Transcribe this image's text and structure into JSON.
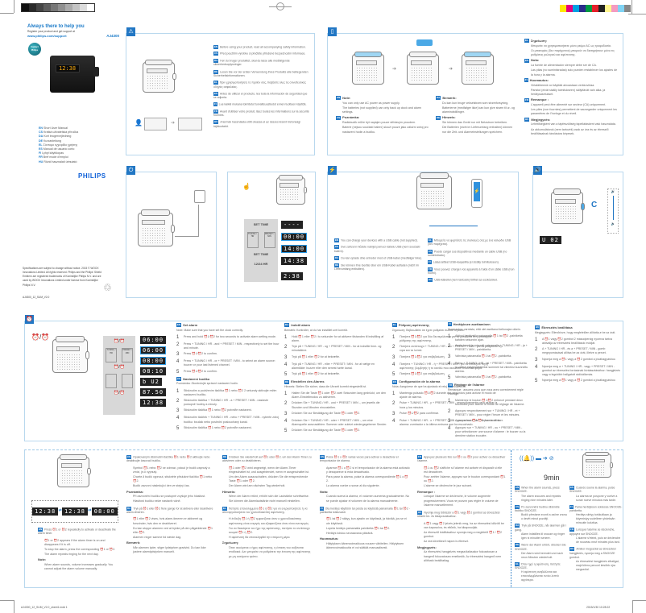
{
  "cover": {
    "headline": "Always there to help you",
    "register": "Register your product and get support at",
    "url": "www.philips.com/support",
    "model": "AJ4300",
    "badge": "Contact Philips",
    "clock_display": "12:38",
    "languages": [
      {
        "code": "EN",
        "title": "Short User Manual"
      },
      {
        "code": "CS",
        "title": "Krátká uživatelská příručka"
      },
      {
        "code": "DA",
        "title": "Kort brugervejledning"
      },
      {
        "code": "DE",
        "title": "Kurzanleitung"
      },
      {
        "code": "EL",
        "title": "Σύντομο εγχειρίδιο χρήσης"
      },
      {
        "code": "ES",
        "title": "Manual de usuario corto"
      },
      {
        "code": "FI",
        "title": "Lyhyt käyttöopas"
      },
      {
        "code": "FR",
        "title": "Bref mode d'emploi"
      },
      {
        "code": "HU",
        "title": "Rövid használati útmutató"
      }
    ],
    "brand": "PHILIPS",
    "legal": "Specifications are subject to change without notice. 2015 © WOOX Innovations Limited. All rights reserved. Philips and the Philips' Shield Emblem are registered trademarks of Koninklijke Philips N.V. and are used by WOOX Innovations Limited under license from Koninklijke Philips N.V.",
    "doc_code": "AJ4300_12_SUM_V2.0"
  },
  "safety": {
    "items": [
      {
        "code": "EN",
        "text": "Before using your product, read all accompanying safety information."
      },
      {
        "code": "CS",
        "text": "Před použitím výrobku si přečtěte přiložené bezpečnostní informace."
      },
      {
        "code": "DA",
        "text": "Før du bruger produktet, skal du læse alle medfølgende sikkerhedsoplysninger."
      },
      {
        "code": "DE",
        "text": "Lesen Sie vor der ersten Verwendung Ihres Produkts alle beiliegenden Sicherheitsinformationen."
      },
      {
        "code": "EL",
        "text": "Πριν χρησιμοποιήσετε το προϊόν σας, διαβάστε όλες τις συνοδευτικές οδηγίες ασφαλείας."
      },
      {
        "code": "ES",
        "text": "Antes de utilizar el producto, lea toda la información de seguridad que se adjunta."
      },
      {
        "code": "FI",
        "text": "Lue kaikki mukana toimitetut turvallisuustiedot ennen tuotteen käyttöä."
      },
      {
        "code": "FR",
        "text": "Avant d'utiliser votre produit, lisez toutes les informations sur la sécurité fournies."
      },
      {
        "code": "HU",
        "text": "A termék használata előtt olvassa el az összes kísérő biztonsági tájékoztatót."
      }
    ]
  },
  "power": {
    "left": [
      {
        "code": "EN",
        "head": "Note:",
        "bullets": [
          "You can only use AC power as power supply.",
          "The batteries (not supplied) can only back up clock and alarm settings."
        ]
      },
      {
        "code": "CS",
        "head": "Poznámka:",
        "bullets": [
          "Radiobudík může být napájen pouze střídavým proudem.",
          "Baterie (nejsou součástí balení) slouží pouze jako záložní zdroj pro nastavení hodin a budíku."
        ]
      }
    ],
    "mid": [
      {
        "code": "DA",
        "head": "Bemærk:",
        "bullets": [
          "Du kan kun bruge vekselstrøm som strømforsyning.",
          "Batterierne (medfølger ikke) kan kun give strøm til ur- og alarmindstillinger."
        ]
      },
      {
        "code": "DE",
        "head": "Hinweis:",
        "bullets": [
          "Sie können das Gerät nur mit Netzstrom betreiben.",
          "Die Batterien (nicht im Lieferumfang enthalten) können nur die Zeit- und Alarmeinstellungen speichern."
        ]
      }
    ],
    "right": [
      {
        "code": "EL",
        "head": "Σημείωση:",
        "bullets": [
          "Μπορείτε να χρησιμοποιήσετε μόνο ρεύμα AC ως τροφοδοσία.",
          "Οι μπαταρίες (δεν παρέχονται) μπορούν να διατηρήσουν μόνο τις ρυθμίσεις ρολογιού και αφύπνισης."
        ]
      },
      {
        "code": "ES",
        "head": "Nota:",
        "bullets": [
          "La fuente de alimentación siempre debe ser de CA.",
          "Las pilas (no suministradas) solo pueden restablecer los ajustes de la hora y la alarma."
        ]
      },
      {
        "code": "FI",
        "head": "Huomautus:",
        "bullets": [
          "Virtalähteenä voi käyttää ainoastaan verkkovirtaa.",
          "Paristot (eivät sisälly toimitukseen) säilyttävät vain aika- ja herätysasetukset."
        ]
      },
      {
        "code": "FR",
        "head": "Remarque :",
        "bullets": [
          "L'appareil peut être alimenté sur secteur (CA) uniquement.",
          "Les piles (non fournies) permettent de sauvegarder uniquement les paramètres de l'horloge et du réveil."
        ]
      },
      {
        "code": "HU",
        "head": "Megjegyzés:",
        "bullets": [
          "Lehetőségként van a tápfeszültség tápellátásként való használata.",
          "Az akkumulátorok (nem tartozék) csak az óra és az ébresztő beállításainak tárolására képesek."
        ]
      }
    ]
  },
  "settime": {
    "steps": [
      "SET TIME",
      "TUNING / HR",
      "PRESET / MIN",
      "SET TIME",
      "12/24 HR"
    ],
    "displays": [
      "----",
      "00:00",
      "14:00",
      "14:38",
      "2:38"
    ]
  },
  "usb": {
    "left": [
      {
        "code": "EN",
        "text": "You can charge your devices with a USB cable (not supplied)."
      },
      {
        "code": "CS",
        "text": "Své zařízení můžete nabíjet pomocí kabelu USB (není součástí balení)."
      },
      {
        "code": "DA",
        "text": "Du kan oplade dine enheder med et USB-kabel (medfølger ikke)."
      },
      {
        "code": "DE",
        "text": "Sie können Ihre Geräte über ein USB-Kabel aufladen (nicht im Lieferumfang enthalten)."
      }
    ],
    "right": [
      {
        "code": "EL",
        "text": "Μπορείτε να φορτίσετε τις συσκευές σας με ένα καλώδιο USB (δεν παρέχεται)."
      },
      {
        "code": "ES",
        "text": "Puede cargar sus dispositivos mediante un cable USB (no suministrado)."
      },
      {
        "code": "FI",
        "text": "Lataa laitteet USB-kaapelilla (ei sisälly toimitukseen)."
      },
      {
        "code": "FR",
        "text": "Vous pouvez charger vos appareils à l'aide d'un câble USB (non fourni)."
      },
      {
        "code": "HU",
        "text": "USB-kábellel (nem tartozék) tölthet az eszközöket."
      }
    ]
  },
  "volume": {
    "display": "U 02"
  },
  "alarm": {
    "steps": [
      "⏰/⏰",
      "TUNING / HR",
      "PRESET / MIN",
      "⏰/⏰",
      "⏰/⏰"
    ],
    "displays": [
      "06:00",
      "06:00",
      "08:00",
      "08:10",
      "b U2",
      "87.50",
      "12:38"
    ],
    "sections": [
      {
        "code": "EN",
        "title": "Set alarm",
        "note": "Note: Make sure that you have set the clock correctly.",
        "steps": [
          "Press and hold ⏰1/⏰2 for two seconds to activate alarm setting mode.",
          "Press + TUNING / HR - and + PRESET / MIN - respectively to set the hour and minute.",
          "Press ⏰1/⏰2 to confirm.",
          "Press + TUNING / HR - or + PRESET / MIN - to select an alarm source: buzzer or your last listened channel.",
          "Press ⏰1/⏰2 to confirm."
        ]
      },
      {
        "code": "CS",
        "title": "Nastavení budíku",
        "note": "Poznámka: Zkontrolujte správné nastavení hodin.",
        "steps": [
          "Stisknutím a podržením tlačítka ⏰1 nebo ⏰2 2 sekundy aktivujte režim nastavení budíku.",
          "Stisknutím tlačítka + TUNING / HR - a + PRESET / MIN - nastavte postupně hodiny a minuty.",
          "Stisknutím tlačítka ⏰1 nebo ⏰2 potvrďte nastavení.",
          "Stisknutím tlačítek + TUNING / HR - nebo + PRESET / MIN - vyberte zdroj budíku: bzučák nebo poslední poslouchaný kanál.",
          "Stisknutím tlačítka ⏰1 nebo ⏰2 potvrďte nastavení."
        ]
      },
      {
        "code": "DA",
        "title": "Indstil alarm",
        "note": "Bemærk: Kontroller, at du har indstillet uret korrekt.",
        "steps": [
          "Hold ⏰1 eller ⏰2 i to sekunder for at aktivere tilstanden til indstilling af alarm.",
          "Tryk på + TUNING / HR - og + PRESET / MIN - for at indstille time- og minutallene.",
          "Tryk på ⏰1 eller ⏰2 for at bekræfte.",
          "Tryk på + TUNING / HR - eller + PRESET / MIN - for at vælge en alarmkilde: buzzer eller den senest hørte kanal.",
          "Tryk på ⏰1 eller ⏰2 for at bekræfte."
        ]
      },
      {
        "code": "DE",
        "title": "Einstellen des Alarms",
        "note": "Hinweis: Stellen Sie sicher, dass die Uhrzeit korrekt eingestellt ist.",
        "steps": [
          "Halten Sie die Taste ⏰1 oder ⏰2 zwei Sekunden lang gedrückt, um den Alarm-Einstellmodus zu aktivieren.",
          "Drücken Sie + TUNING / HR - und + PRESET / MIN -, um jeweils die Stunden und Minuten einzustellen.",
          "Drücken Sie zur Bestätigung die Taste ⏰1 oder ⏰2.",
          "Drücken Sie + TUNING / HR - oder + PRESET / MIN -, um eine Alarmquelle auszuwählen: Summer oder zuletzt wiedergegebener Sender.",
          "Drücken Sie zur Bestätigung die Taste ⏰1 oder ⏰2."
        ]
      },
      {
        "code": "EL",
        "title": "Ρύθμιση αφύπνισης",
        "note": "Σημείωση: Βεβαιωθείτε ότι έχετε ρυθμίσει σωστά το ρολόι.",
        "steps": [
          "Πατήστε ⏰1/⏰2 για δύο δευτερόλεπτα για να μεταβείτε στη λειτουργία ρύθμισης της αφύπνισης.",
          "Πατήστε αντίστοιχα + TUNING / HR - και + PRESET / MIN - για να ρυθμίσετε την ώρα και τα λεπτά.",
          "Πατήστε ⏰1/⏰2 για επιβεβαίωση.",
          "Πατήστε + TUNING / HR - ή + PRESET / MIN - για να επιλέξετε πηγή αφύπνισης: βομβητής ή το κανάλι που ακούσατε τελευταία φορά.",
          "Πατήστε ⏰1/⏰2 για επιβεβαίωση."
        ]
      },
      {
        "code": "ES",
        "title": "Configuración de la alarma",
        "note": "Nota: Asegúrese de que ha ajustado el reloj correctamente.",
        "steps": [
          "Mantenga pulsado ⏰1/⏰2 durante dos segundos para activar el modo de ajuste de alarma.",
          "Pulse + TUNING / HR - y + PRESET / MIN - respectivamente para ajustar la hora y los minutos.",
          "Pulse ⏰1/⏰2 para confirmar.",
          "Pulse + TUNING / HR - o + PRESET / MIN - para seleccionar una fuente de la alarma: zumbador o la última emisora que ha escuchado.",
          "Pulse ⏰1/⏰2 para confirmar."
        ]
      },
      {
        "code": "FI",
        "title": "Herätyksen asettaminen",
        "note": "Huomautus: varmista, että olet asettanut kellonajan oikein.",
        "steps": [
          "Aktivoi herätystila painamalla ⏰1 tai ⏰2 -painiketta kahden sekunnin ajan.",
          "Aseta tunnit ja minuutit painamalla + TUNING / HR - ja + PRESET / MIN - painikkeita.",
          "Vahvista painamalla ⏰1 tai ⏰2 -painiketta.",
          "Paina + TUNING / HR - tai + PRESET / MIN - painiketta ja valitse hälytyslähteeksi summeri tai viimeksi kuunneltu asema.",
          "Vahvista painamalla ⏰1 tai ⏰2 -painiketta."
        ]
      },
      {
        "code": "FR",
        "title": "Réglage de l'alarme",
        "note": "Remarque : assurez-vous que vous avez correctement réglé l'horloge.",
        "steps": [
          "Maintenez le bouton ⏰1/⏰2 enfoncé pendant deux secondes pour activer le mode de réglage de l'alarme.",
          "Appuyez respectivement sur + TUNING / HR - et + PRESET / MIN - pour régler l'heure et les minutes.",
          "Appuyez sur ⏰1/⏰2 pour confirmer.",
          "Appuyez sur + TUNING / HR - ou + PRESET / MIN - pour sélectionner une source d'alarme : le buzzer ou la dernière station écoutée.",
          "Appuyez sur ⏰1/⏰2 pour confirmer."
        ]
      },
      {
        "code": "HU",
        "title": "Ébresztés beállítása",
        "note": "Megjegyzés: Ellenőrizze, hogy megfelelően állította-e be az órát.",
        "steps": [
          "A ⏰1 vagy ⏰2 gombot 2 másodpercig nyomva tartva aktiválja az ébresztési beállítások módját.",
          "A + TUNING / HR - és a + PRESET / MIN - gomb megnyomásával állítsa be az órát, illetve a percet.",
          "Nyomja meg a ⏰1 vagy a ⏰2 gombot a jóváhagyáshoz.",
          "Nyomja meg a + TUNING / HR - vagy + PRESET / MIN - gombot az ébresztés forrásának kiválasztásához: hangjelzés vagy a legutóbb hallgatott rádióállomás.",
          "Nyomja meg a ⏰1 vagy a ⏰2 gombot a jóváhagyáshoz."
        ]
      }
    ]
  },
  "activate": {
    "displays": [
      "12:38",
      "12:38",
      "08:00"
    ],
    "en": {
      "code": "EN",
      "text": "Press ⏰1 or ⏰2 repeatedly to activate or deactivate the alarm timer.",
      "bullets": [
        "⏰1 or ⏰2 appears if the alarm timer is on and disappears if it is off.",
        "To stop the alarm, press the corresponding ⏰1 or ⏰2.",
        "The alarm repeats ringing for the next day."
      ],
      "note_head": "Note:",
      "note": "When alarm sounds, volume increases gradually. You cannot adjust the alarm volume manually."
    },
    "cols": [
      {
        "code": "CS",
        "text": "Opakovaným stisknutím tlačítka ⏰1 nebo ⏰2 aktivujte nebo deaktivujte časovač budíku.",
        "bullets": [
          "Symbol ⏰1 nebo ⏰2 se zobrazí, pokud je budík zapnutý a zmizí, je-li vypnutý.",
          "Chcete-li budík vypnout, stiskněte příslušné tlačítko ⏰1 nebo ⏰2.",
          "Budík zazvoní následující den ve stejný čas."
        ],
        "note_head": "Poznámka:",
        "note": "Při zazvonění budíku se postupně zvyšuje jeho hlasitost. Hlasitost budíku nelze nastavit ručně."
      },
      {
        "code": "DA",
        "text": "Tryk på ⏰1 eller ⏰2 flere gange for at aktivere eller deaktivere alarm-timeren.",
        "bullets": [
          "⏰1 eller ⏰2 vises, hvis alarm-timeren er aktiveret og forsvinder, hvis den er deaktiveret.",
          "Du kan stoppe alarmen ved at trykke på den pågældende ⏰1 eller ⏰2.",
          "Alarmen ringer samme tid næste dag."
        ],
        "note_head": "Bemærk:",
        "note": "Når alarmen lyder, stiger lydstyrken gradvist. Du kan ikke justere alarmlydstyrken manuelt."
      },
      {
        "code": "DE",
        "text": "Drücken Sie wiederholt auf ⏰1 oder ⏰2, um den Alarm-Timer zu aktivieren oder zu deaktivieren.",
        "bullets": [
          "⏰1 oder ⏰2 wird angezeigt, wenn der Alarm-Timer eingeschaltet ist, und ausgeblendet, wenn er ausgeschaltet ist.",
          "Um den Alarm auszuschalten, drücken Sie die entsprechende Taste ⏰1 oder ⏰2.",
          "Der Alarm wird am nächsten Tag wiederholt."
        ],
        "note_head": "Hinweis:",
        "note": "Wenn der Alarm ertönt, erhöht sich die Lautstärke schrittweise. Sie können die Alarmlautstärke nicht manuell einstellen."
      },
      {
        "code": "EL",
        "text": "Πατήστε επανειλημμένα ⏰1 ή ⏰2 για να ενεργοποιήσετε ή να απενεργοποιήσετε τον χρονοδιακόπτη αφύπνισης.",
        "bullets": [
          "Η ένδειξη ⏰1 ή ⏰2 εμφανίζεται όταν ο χρονοδιακόπτης αφύπνισης είναι ενεργός και εξαφανίζεται όταν είναι ανενεργός.",
          "Για να διακόψετε τον ήχο της αφύπνισης, πατήστε το αντίστοιχο κουμπί ⏰1 ή ⏰2.",
          "Η αφύπνιση θα επαναληφθεί την επόμενη μέρα."
        ],
        "note_head": "Σημείωση:",
        "note": "Όταν ακούγεται ο ήχος αφύπνισης, η ένταση του αυξάνεται σταδιακά. Δεν μπορείτε να ρυθμίσετε την ένταση της αφύπνισης με μη αυτόματο τρόπο."
      },
      {
        "code": "ES",
        "text": "Pulse ⏰1 o ⏰2 varias veces para activar o desactivar el temporizador de alarma.",
        "bullets": [
          "Aparece ⏰1 o ⏰2 si el temporizador de la alarma está activado y desaparece si está desactivado.",
          "Para parar la alarma, pulse la alarma correspondiente ⏰1 o ⏰2.",
          "La alarma vuelve a sonar al día siguiente."
        ],
        "note_head": "Nota:",
        "note": "Cuando suena la alarma, el volumen aumenta gradualmente. No se puede ajustar el volumen de la alarma manualmente."
      },
      {
        "code": "FI",
        "text": "Ota herätys käyttöön tai poista se käytöstä painamalla ⏰1 tai ⏰2 -painiketta toistuvasti.",
        "bullets": [
          "⏰1 tai ⏰2 näkyy, kun ajastin on käytössä, ja häviää, jos se ei ole käytössä.",
          "Lopeta herätys painamalla painiketta ⏰1 tai ⏰2.",
          "Herätys toistuu seuraavana päivänä."
        ],
        "note_head": "Huomautus:",
        "note": "Hälytyksen äänenvoimakkuus nousee vähitellen. Hälytyksen äänenvoimakkuutta ei voi säätää manuaalisesti."
      },
      {
        "code": "FR",
        "text": "Appuyez plusieurs fois sur ⏰1 ou ⏰2 pour activer ou désactiver l'alarme.",
        "bullets": [
          "⏰1 ou ⏰2 s'affiche si l'alarme est activée et disparaît si elle est désactivée.",
          "Pour arrêter l'alarme, appuyez sur le bouton correspondant ⏰1 ou ⏰2.",
          "L'alarme se déclenche le jour suivant."
        ],
        "note_head": "Remarque :",
        "note": "Lorsque l'alarme se déclenche, le volume augmente progressivement. Vous ne pouvez pas régler le volume de l'alarme manuellement."
      },
      {
        "code": "HU",
        "text": "Nyomja meg többször a ⏰1 vagy ⏰2 gombot az ébresztési időzítő be- és kikapcsolásához.",
        "bullets": [
          "A ⏰1 vagy ⏰2 jelzés jelenik meg, ha az ébresztési időzítő be van kapcsolva, és eltűnik, ha kikapcsolják.",
          "Az ébresztő leállításához nyomja meg a megfelelő ⏰1 / ⏰2 gombot.",
          "Az óra következő napon is ébreszt."
        ],
        "note_head": "Megjegyzés:",
        "note": "Az ébresztési hangjelzés megszólalásakor fokozatosan a hangerő fokozatosan emelkedik. Az ébresztési hangerő nem állítható beállítatlag."
      }
    ]
  },
  "snooze": {
    "label": "9min",
    "items": [
      {
        "code": "EN",
        "text": "When the alarm sounds, press SNOOZE.",
        "result": "The alarm snoozes and repeats ringing nine minutes later."
      },
      {
        "code": "CS",
        "text": "Po zazvonění budíku stiskněte tlačítko SNOOZE.",
        "result": "Budík přestane zvonit a začne znovu o devět minut později."
      },
      {
        "code": "DA",
        "text": "Tryk på SNOOZE, når alarmen går i gang.",
        "result": "Alarm indstilles til snooze og ringer igen ni minutter senere."
      },
      {
        "code": "DE",
        "text": "Wenn der Alarm ertönt, drücken Sie SNOOZE.",
        "result": "Der Alarm wird beendet und nach neun Minuten wiederholt."
      },
      {
        "code": "EL",
        "text": "Όταν ηχεί η αφύπνιση, πατήστε SNOOZE.",
        "result": "Η αφύπνιση αναβάλλεται και επαναλαμβάνεται εννέα λεπτά αργότερα."
      },
      {
        "code": "ES",
        "text": "Cuando suene la alarma, pulse SNOOZE.",
        "result": "La alarma se pospone y vuelve a sonar nueve minutos más tarde."
      },
      {
        "code": "FI",
        "text": "Paina herätyksen soidessa SNOOZE-painiketta.",
        "result": "Herätys siirtyy torkkutilaan ja käynnistyy uudelleen yhdeksän minuutin kuluttua."
      },
      {
        "code": "FR",
        "text": "Lorsque l'alarme se déclenche, appuyez sur SNOOZE.",
        "result": "L'alarme s'éteint, puis se déclenche de nouveau neuf minutes plus tard."
      },
      {
        "code": "HU",
        "text": "Amikor megszólal az ébresztési hangjelzés, nyomja meg a SNOOZE gombot.",
        "result": "Az ébresztési hangjelzés elhallgat, majd kilenc perccel később újra megszólal."
      }
    ]
  },
  "footer": {
    "file": "AJ4300_12_SUM_V2.0_sheet1.indd 1",
    "date": "2015/1/30  10:28:22"
  },
  "colors": {
    "accent": "#2277c4",
    "panel_border": "#b9d8ee",
    "lcd": "#222222",
    "grey_panel": "#d8d8d8"
  }
}
